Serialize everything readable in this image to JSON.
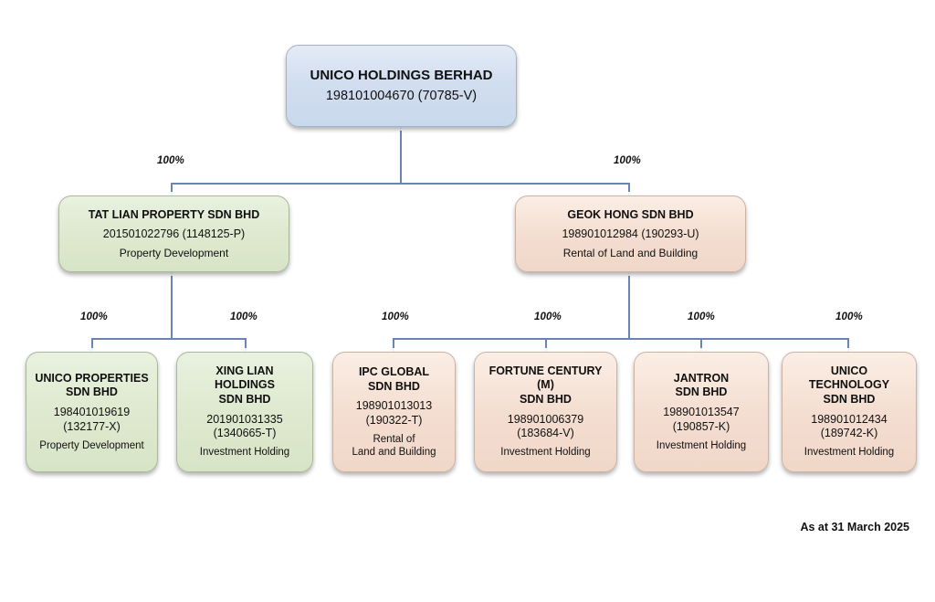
{
  "chart_data": {
    "type": "diagram",
    "title": "UNICO HOLDINGS BERHAD Group Structure",
    "footnote": "As at 31 March 2025",
    "ownership_label": "100%"
  },
  "footer": {
    "as_at": "As at 31 March 2025"
  },
  "ownership": {
    "full": "100%"
  },
  "colors": {
    "parent_fill": "#d2def0",
    "green_fill": "#dfe9cf",
    "peach_fill": "#f4ded1",
    "connector": "#6a84b6"
  },
  "tier1": {
    "name": "UNICO HOLDINGS BERHAD",
    "registration": "198101004670 (70785-V)"
  },
  "tier2": [
    {
      "name": "TAT LIAN PROPERTY SDN BHD",
      "registration": "201501022796 (1148125-P)",
      "activity": "Property Development",
      "ownership": "100%"
    },
    {
      "name": "GEOK HONG SDN BHD",
      "registration": "198901012984 (190293-U)",
      "activity": "Rental of Land and Building",
      "ownership": "100%"
    }
  ],
  "tier3_green": [
    {
      "name_line1": "UNICO PROPERTIES",
      "name_line2": "SDN BHD",
      "reg_line1": "198401019619",
      "reg_line2": "(132177-X)",
      "activity_line1": "Property Development",
      "activity_line2": "",
      "ownership": "100%"
    },
    {
      "name_line1": "XING LIAN HOLDINGS",
      "name_line2": "SDN BHD",
      "reg_line1": "201901031335",
      "reg_line2": "(1340665-T)",
      "activity_line1": "Investment Holding",
      "activity_line2": "",
      "ownership": "100%"
    }
  ],
  "tier3_peach": [
    {
      "name_line1": "IPC GLOBAL",
      "name_line2": "SDN BHD",
      "reg_line1": "198901013013",
      "reg_line2": "(190322-T)",
      "activity_line1": "Rental of",
      "activity_line2": "Land and Building",
      "ownership": "100%"
    },
    {
      "name_line1": "FORTUNE CENTURY (M)",
      "name_line2": "SDN BHD",
      "reg_line1": "198901006379",
      "reg_line2": "(183684-V)",
      "activity_line1": "Investment Holding",
      "activity_line2": "",
      "ownership": "100%"
    },
    {
      "name_line1": "JANTRON",
      "name_line2": "SDN BHD",
      "reg_line1": "198901013547",
      "reg_line2": "(190857-K)",
      "activity_line1": "Investment Holding",
      "activity_line2": "",
      "ownership": "100%"
    },
    {
      "name_line1": "UNICO TECHNOLOGY",
      "name_line2": "SDN BHD",
      "reg_line1": "198901012434",
      "reg_line2": "(189742-K)",
      "activity_line1": "Investment Holding",
      "activity_line2": "",
      "ownership": "100%"
    }
  ]
}
